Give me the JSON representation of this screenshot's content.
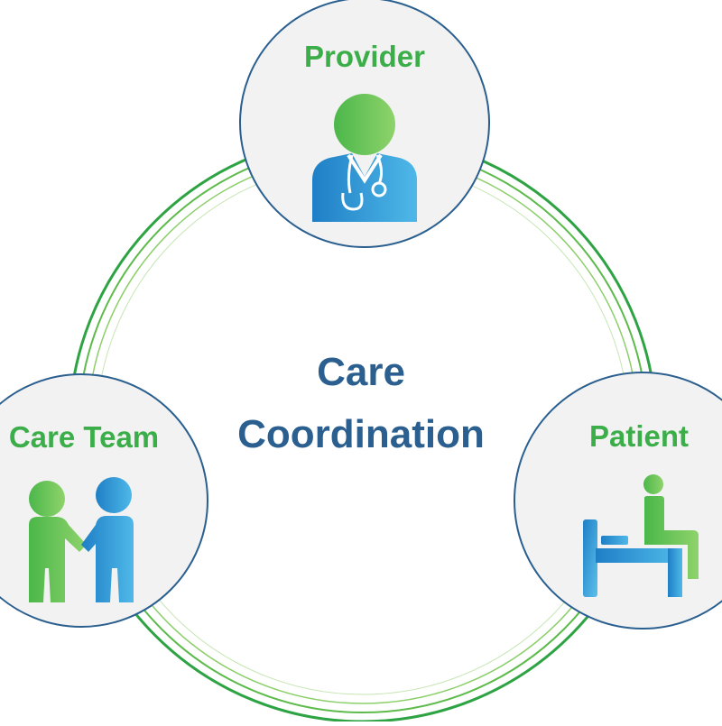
{
  "center": {
    "line1": "Care",
    "line2": "Coordination"
  },
  "nodes": {
    "provider": {
      "label": "Provider",
      "icon": "doctor-icon"
    },
    "care_team": {
      "label": "Care Team",
      "icon": "care-team-icon"
    },
    "patient": {
      "label": "Patient",
      "icon": "patient-bed-icon"
    }
  },
  "colors": {
    "green": "#3cae49",
    "light_green": "#8fd07c",
    "blue": "#2a5f8f",
    "icon_blue": "#2d8bd0",
    "circle_fill": "#f2f2f2",
    "circle_stroke": "#2a5f8f"
  }
}
